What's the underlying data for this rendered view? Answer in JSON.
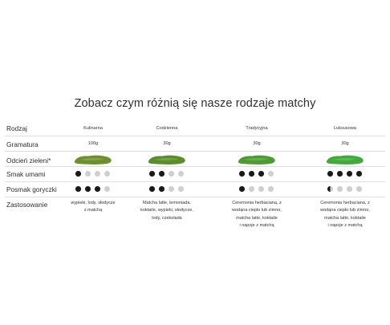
{
  "title": "Zobacz czym różnią się nasze rodzaje matchy",
  "row_labels": {
    "type": "Rodzaj",
    "weight": "Gramatura",
    "shade": "Odcień zieleni*",
    "umami": "Smak umami",
    "bitterness": "Posmak goryczki",
    "usage": "Zastosowanie"
  },
  "columns": [
    {
      "name": "Kulinarna",
      "weight": "100g",
      "shade_color": "#6e8f2f",
      "umami": [
        1,
        0,
        0,
        0
      ],
      "bitterness": [
        1,
        1,
        1,
        0
      ],
      "usage": [
        "wypieki, lody, słodycze",
        "z matchą"
      ]
    },
    {
      "name": "Codzienna",
      "weight": "30g",
      "shade_color": "#5c8d2c",
      "umami": [
        1,
        1,
        0,
        0
      ],
      "bitterness": [
        1,
        1,
        0,
        0
      ],
      "usage": [
        "Matcha latte, lemoniada,",
        "koktaile, wypieki, słodycze,",
        "lody, czekolada"
      ]
    },
    {
      "name": "Tradycyjna",
      "weight": "30g",
      "shade_color": "#4f9a32",
      "umami": [
        1,
        1,
        1,
        0
      ],
      "bitterness": [
        1,
        0,
        0,
        0
      ],
      "usage": [
        "Ceremonia herbaciana, z",
        "wodąna ciepło lub zimno,",
        "matcha latte, koktaile",
        "i napoje z matchą"
      ]
    },
    {
      "name": "Luksusowa",
      "weight": "30g",
      "shade_color": "#44a83c",
      "umami": [
        1,
        1,
        1,
        1
      ],
      "bitterness": [
        0.5,
        0,
        0,
        0
      ],
      "usage": [
        "Ceremonia herbaciana, z",
        "wodąna ciepło lub zimno,",
        "matcha latte, koktaile",
        "i napoje z matchą"
      ]
    }
  ]
}
